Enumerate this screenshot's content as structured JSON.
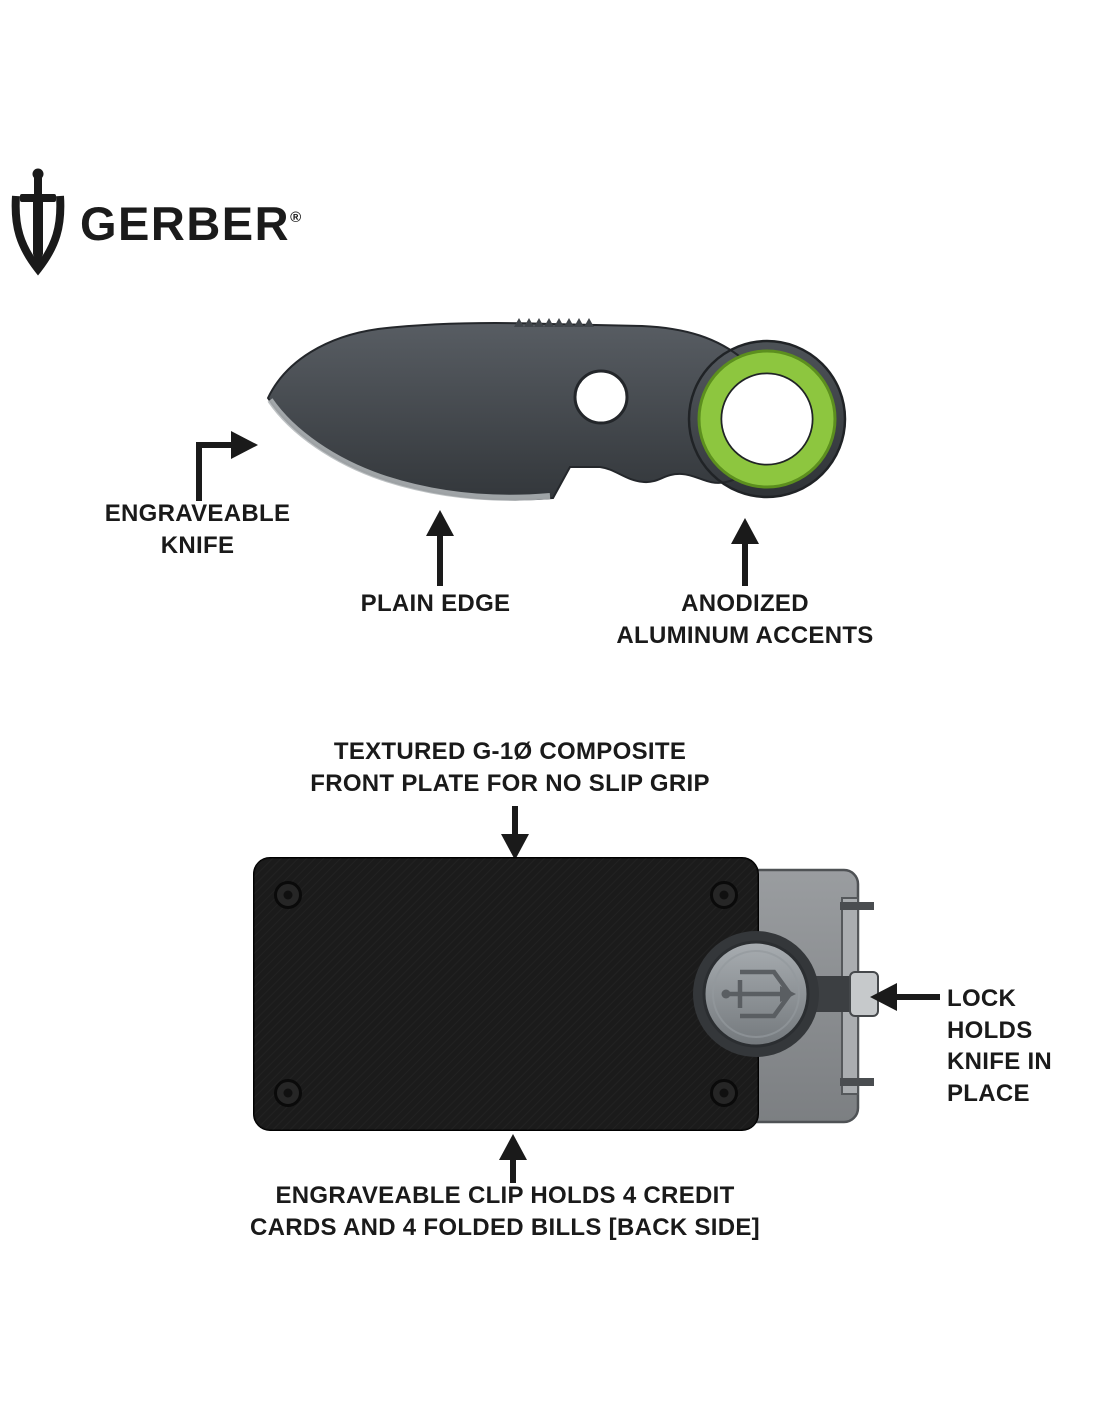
{
  "brand": {
    "name": "GERBER",
    "trademark": "®"
  },
  "knife": {
    "labels": {
      "engraveable": "ENGRAVEABLE\nKNIFE",
      "plain_edge": "PLAIN EDGE",
      "anodized": "ANODIZED\nALUMINUM ACCENTS"
    }
  },
  "wallet": {
    "labels": {
      "front_plate": "TEXTURED G-1Ø COMPOSITE\nFRONT PLATE FOR NO SLIP GRIP",
      "lock": "LOCK HOLDS\nKNIFE IN\nPLACE",
      "clip": "ENGRAVEABLE CLIP HOLDS 4 CREDIT\nCARDS AND 4 FOLDED BILLS [BACK SIDE]"
    }
  },
  "colors": {
    "text": "#1a1a1a",
    "background": "#ffffff",
    "blade_steel": "#41464b",
    "accent_green": "#8dc63f",
    "wallet_gray": "#8a8d90",
    "plate_black": "#1b1b1b"
  }
}
